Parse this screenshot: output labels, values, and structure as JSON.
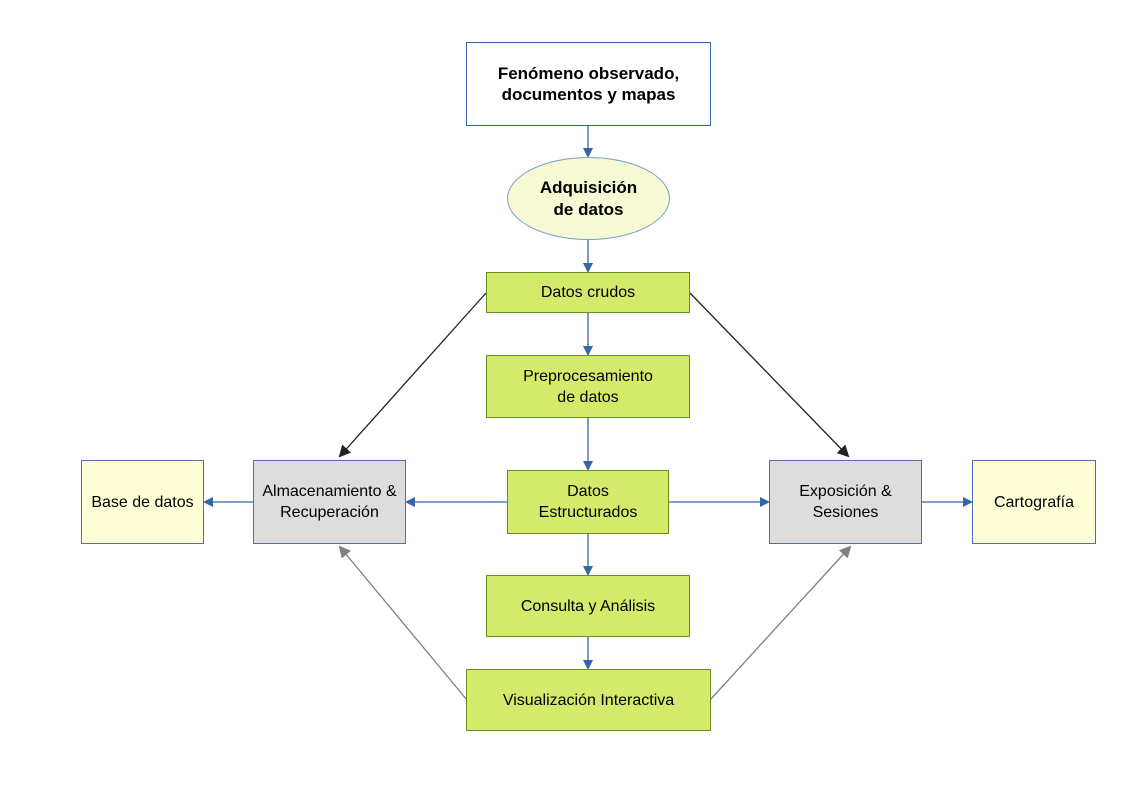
{
  "nodes": {
    "source": "Fenómeno observado,\ndocumentos y mapas",
    "acquisition": "Adquisición\nde datos",
    "raw_data": "Datos crudos",
    "preprocessing": "Preprocesamiento\nde datos",
    "structured_data": "Datos\nEstructurados",
    "storage": "Almacenamiento &\nRecuperación",
    "database": "Base de datos",
    "exposition": "Exposición &\nSesiones",
    "cartography": "Cartografía",
    "query_analysis": "Consulta y Análisis",
    "interactive_viz": "Visualización Interactiva"
  },
  "colors": {
    "flow_arrow": "#3465a4",
    "dark_arrow": "#222222",
    "gray_arrow": "#808080",
    "green_fill": "#d4ea6b",
    "gray_fill": "#dddddd",
    "yellow_fill": "#ffffd7",
    "ellipse_fill": "#f6f9d4"
  }
}
